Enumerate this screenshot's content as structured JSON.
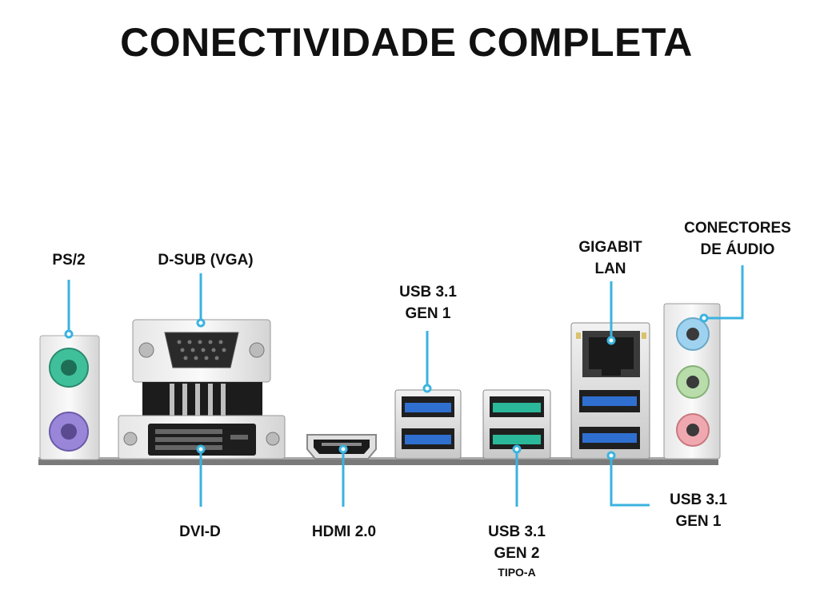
{
  "title": "CONECTIVIDADE COMPLETA",
  "labels": {
    "ps2": "PS/2",
    "dsub": "D-SUB (VGA)",
    "usb_top_l1": "USB 3.1",
    "usb_top_l2": "GEN 1",
    "gigabit_l1": "GIGABIT",
    "gigabit_l2": "LAN",
    "audio_l1": "CONECTORES",
    "audio_l2": "DE ÁUDIO",
    "dvid": "DVI-D",
    "hdmi": "HDMI 2.0",
    "usb_gen2_l1": "USB 3.1",
    "usb_gen2_l2": "GEN 2",
    "usb_gen2_l3": "TIPO-A",
    "usb_right_l1": "USB 3.1",
    "usb_right_l2": "GEN 1"
  },
  "colors": {
    "callout_line": "#3bb3e0",
    "ps2_keyboard": "#3fc09a",
    "ps2_mouse": "#9a86d8",
    "usb_gen1": "#2f6fd0",
    "usb_gen2": "#2bb89a",
    "audio_blue": "#9fd2ee",
    "audio_green": "#b8dcaa",
    "audio_pink": "#f0a8b0",
    "metal": "#d8d8d8"
  }
}
